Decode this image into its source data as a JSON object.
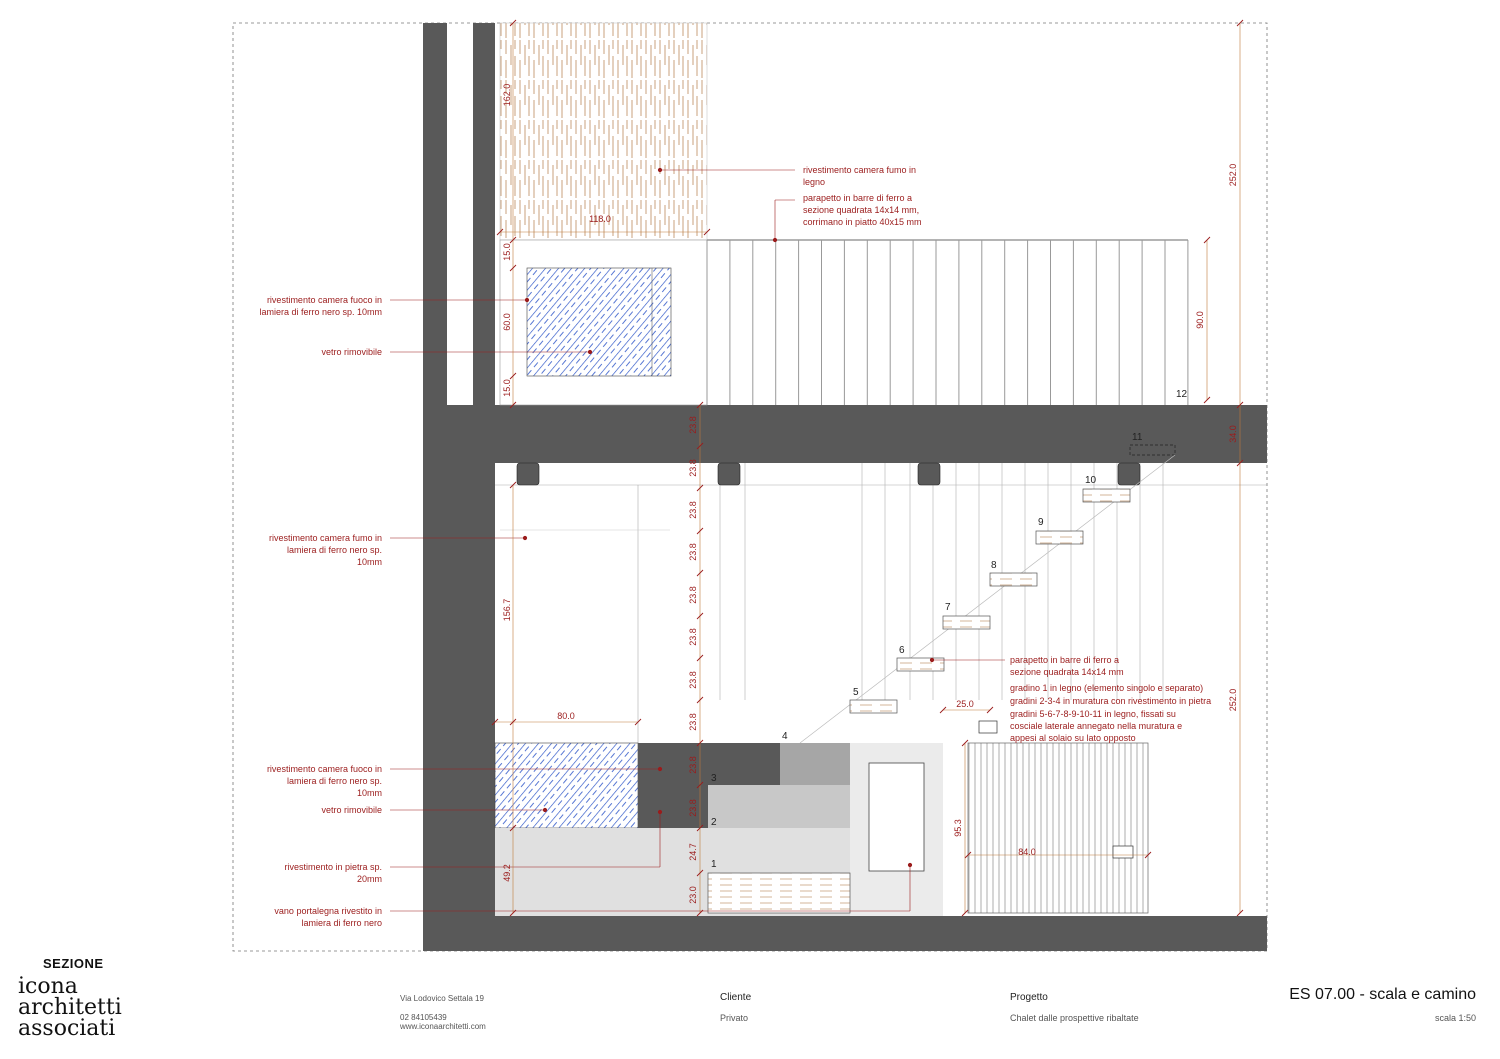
{
  "section_title": "SEZIONE",
  "logo": {
    "line1": "icona",
    "line2": "architetti",
    "line3": "associati"
  },
  "office": {
    "address": "Via Lodovico Settala 19",
    "phone": "02 84105439",
    "web": "www.iconaarchitetti.com"
  },
  "client": {
    "label": "Cliente",
    "value": "Privato"
  },
  "project": {
    "label": "Progetto",
    "value": "Chalet dalle prospettive ribaltate"
  },
  "sheet": {
    "title": "ES 07.00 - scala e camino",
    "scale": "scala 1:50"
  },
  "labels_left": {
    "l1a": "rivestimento camera fuoco in",
    "l1b": "lamiera di ferro nero sp. 10mm",
    "l2": "vetro rimovibile",
    "l3a": "rivestimento camera fumo in",
    "l3b": "lamiera di ferro nero sp.",
    "l3c": "10mm",
    "l4a": "rivestimento camera fuoco in",
    "l4b": "lamiera di ferro nero sp.",
    "l4c": "10mm",
    "l5": "vetro rimovibile",
    "l6a": "rivestimento in pietra sp.",
    "l6b": "20mm",
    "l7a": "vano portalegna rivestito in",
    "l7b": "lamiera di ferro nero"
  },
  "labels_right": {
    "r1a": "rivestimento camera fumo in",
    "r1b": "legno",
    "r2a": "parapetto in barre di ferro a",
    "r2b": "sezione quadrata 14x14 mm,",
    "r2c": "corrimano in piatto 40x15 mm",
    "r3a": "parapetto in barre di ferro a",
    "r3b": "sezione quadrata 14x14 mm"
  },
  "notes": {
    "n1": "gradino 1 in legno (elemento singolo e separato)",
    "n2": "gradini 2-3-4 in muratura con rivestimento in pietra",
    "n3": "gradini 5-6-7-8-9-10-11 in legno, fissati su",
    "n4": "cosciale laterale annegato nella muratura e",
    "n5": "appesi al solaio su lato opposto"
  },
  "dimensions": {
    "d162": "162.0",
    "d118": "118.0",
    "d15a": "15.0",
    "d60": "60.0",
    "d15b": "15.0",
    "d252a": "252.0",
    "d90": "90.0",
    "d34": "34.0",
    "d252b": "252.0",
    "d156": "156.7",
    "d80": "80.0",
    "d49": "49.2",
    "d25": "25.0",
    "d95": "95.3",
    "d84": "84.0",
    "riser": "23.8",
    "d247": "24.7",
    "d230": "23.0"
  },
  "step_numbers": [
    "1",
    "2",
    "3",
    "4",
    "5",
    "6",
    "7",
    "8",
    "9",
    "10",
    "11",
    "12"
  ],
  "colors": {
    "annotation": "#9b1c1c",
    "wall": "#595959",
    "glass": "#2b54c8",
    "stone": "#e0e0e0"
  }
}
